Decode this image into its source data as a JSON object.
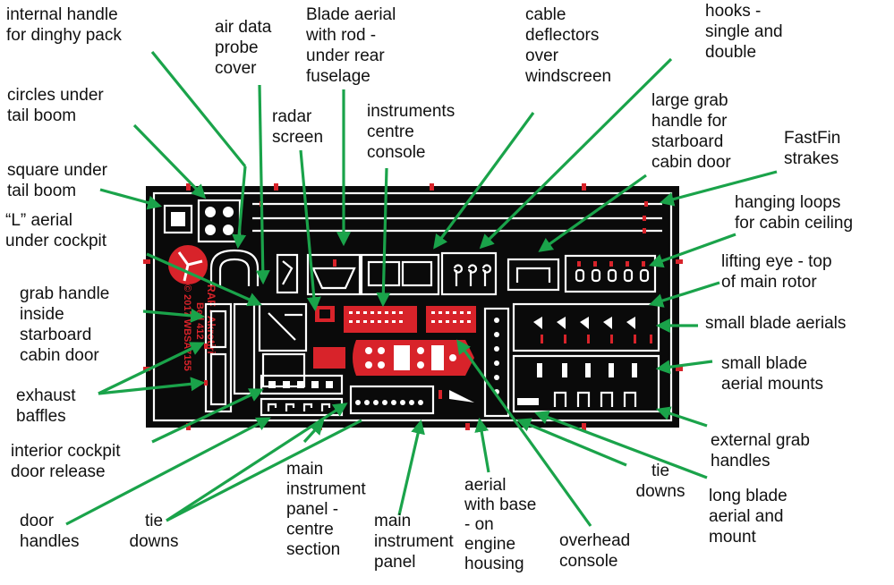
{
  "callouts": [
    {
      "id": "internal-handle",
      "lines": [
        "internal handle",
        "for dinghy pack"
      ]
    },
    {
      "id": "air-data-probe",
      "lines": [
        "air data",
        "probe",
        "cover"
      ]
    },
    {
      "id": "blade-aerial-rod",
      "lines": [
        "Blade aerial",
        "with rod -",
        "under rear",
        "fuselage"
      ]
    },
    {
      "id": "cable-deflectors",
      "lines": [
        "cable",
        "deflectors",
        "over",
        "windscreen"
      ]
    },
    {
      "id": "hooks",
      "lines": [
        "hooks -",
        "single and",
        "double"
      ]
    },
    {
      "id": "circles-under-tail",
      "lines": [
        "circles under",
        "tail boom"
      ]
    },
    {
      "id": "radar-screen",
      "lines": [
        "radar",
        "screen"
      ]
    },
    {
      "id": "instruments-centre",
      "lines": [
        "instruments",
        "centre",
        "console"
      ]
    },
    {
      "id": "large-grab-handle",
      "lines": [
        "large grab",
        "handle for",
        "starboard",
        "cabin door"
      ]
    },
    {
      "id": "fastfin",
      "lines": [
        "FastFin",
        "strakes"
      ]
    },
    {
      "id": "square-under-tail",
      "lines": [
        "square under",
        "tail boom"
      ]
    },
    {
      "id": "hanging-loops",
      "lines": [
        "hanging loops",
        "for cabin ceiling"
      ]
    },
    {
      "id": "l-aerial",
      "lines": [
        "“L” aerial",
        "under cockpit"
      ]
    },
    {
      "id": "lifting-eye",
      "lines": [
        "lifting eye - top",
        "of main rotor"
      ]
    },
    {
      "id": "grab-handle-inside",
      "lines": [
        "grab handle",
        "inside",
        "starboard",
        "cabin door"
      ]
    },
    {
      "id": "small-blade-aerials",
      "lines": [
        "small blade aerials"
      ]
    },
    {
      "id": "small-blade-mounts",
      "lines": [
        "small blade",
        "aerial mounts"
      ]
    },
    {
      "id": "exhaust-baffles",
      "lines": [
        "exhaust",
        "baffles"
      ]
    },
    {
      "id": "external-grab",
      "lines": [
        "external grab",
        "handles"
      ]
    },
    {
      "id": "interior-cockpit",
      "lines": [
        "interior cockpit",
        "door release"
      ]
    },
    {
      "id": "tie-downs-right",
      "lines": [
        "tie",
        "downs"
      ]
    },
    {
      "id": "long-blade",
      "lines": [
        "long blade",
        "aerial and",
        "mount"
      ]
    },
    {
      "id": "main-panel-centre",
      "lines": [
        "main",
        "instrument",
        "panel -",
        "centre",
        "section"
      ]
    },
    {
      "id": "aerial-with-base",
      "lines": [
        "aerial",
        "with base",
        "- on",
        "engine",
        "housing"
      ]
    },
    {
      "id": "door-handles",
      "lines": [
        "door",
        "handles"
      ]
    },
    {
      "id": "tie-downs-left",
      "lines": [
        "tie",
        "downs"
      ]
    },
    {
      "id": "main-instrument-panel",
      "lines": [
        "main",
        "instrument",
        "panel"
      ]
    },
    {
      "id": "overhead-console",
      "lines": [
        "overhead",
        "console"
      ]
    }
  ],
  "fret_text": {
    "line1": "© 2017 WBSA7155",
    "line2": "Bell 412",
    "line3": "RAF - Akrotiri"
  },
  "colors": {
    "leader": "#1aa34a",
    "fret": "#0a0a0a",
    "part_red": "#d8232a"
  }
}
